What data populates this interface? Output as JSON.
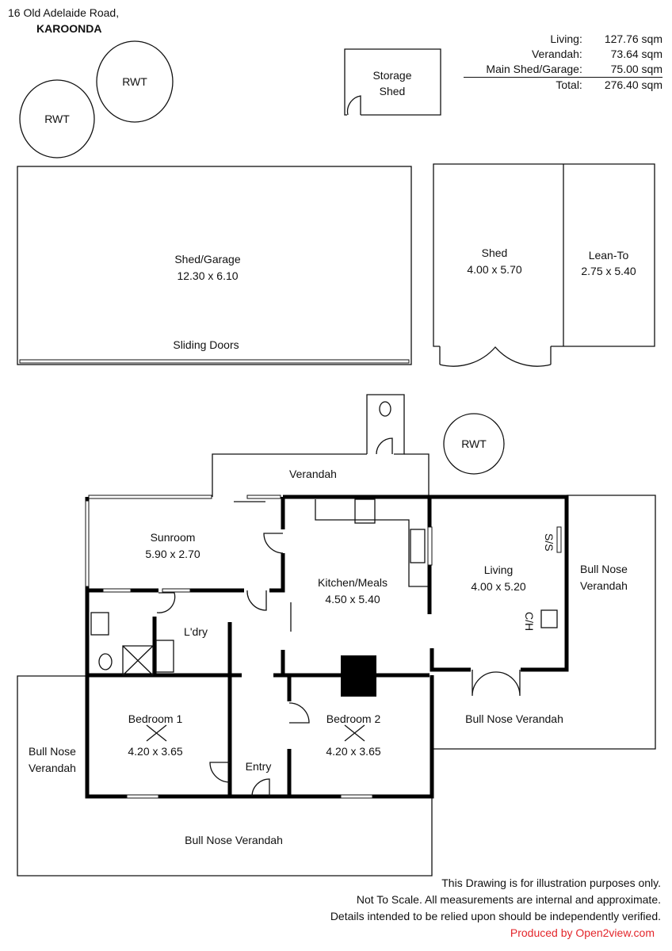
{
  "address": {
    "line1": "16 Old Adelaide Road,",
    "line2": "KAROONDA"
  },
  "areas": [
    {
      "label": "Living:",
      "value": "127.76 sqm"
    },
    {
      "label": "Verandah:",
      "value": "73.64 sqm"
    },
    {
      "label": "Main Shed/Garage:",
      "value": "75.00 sqm"
    },
    {
      "label": "Total:",
      "value": "276.40 sqm"
    }
  ],
  "rooms": {
    "rwt": "RWT",
    "storage_1": "Storage",
    "storage_2": "Shed",
    "shed_garage": "Shed/Garage",
    "shed_garage_dim": "12.30 x 6.10",
    "sliding_doors": "Sliding Doors",
    "shed": "Shed",
    "shed_dim": "4.00 x 5.70",
    "leanto": "Lean-To",
    "leanto_dim": "2.75 x 5.40",
    "verandah": "Verandah",
    "sunroom": "Sunroom",
    "sunroom_dim": "5.90 x 2.70",
    "kitchen": "Kitchen/Meals",
    "kitchen_dim": "4.50 x 5.40",
    "living": "Living",
    "living_dim": "4.00 x 5.20",
    "ss": "S/S",
    "ch": "C/H",
    "laundry": "L'dry",
    "bed1": "Bedroom 1",
    "bed1_dim": "4.20 x 3.65",
    "bed2": "Bedroom 2",
    "bed2_dim": "4.20 x 3.65",
    "entry": "Entry",
    "bnv_right_1": "Bull Nose",
    "bnv_right_2": "Verandah",
    "bnv_mid": "Bull Nose Verandah",
    "bnv_left_1": "Bull Nose",
    "bnv_left_2": "Verandah",
    "bnv_bottom": "Bull Nose Verandah"
  },
  "footer": {
    "line1": "This Drawing is for illustration purposes only.",
    "line2": "Not To Scale. All measurements are internal and approximate.",
    "line3": "Details intended to be relied upon should be independently verified.",
    "credit": "Produced by Open2view.com"
  },
  "colors": {
    "credit": "#e3262b"
  }
}
